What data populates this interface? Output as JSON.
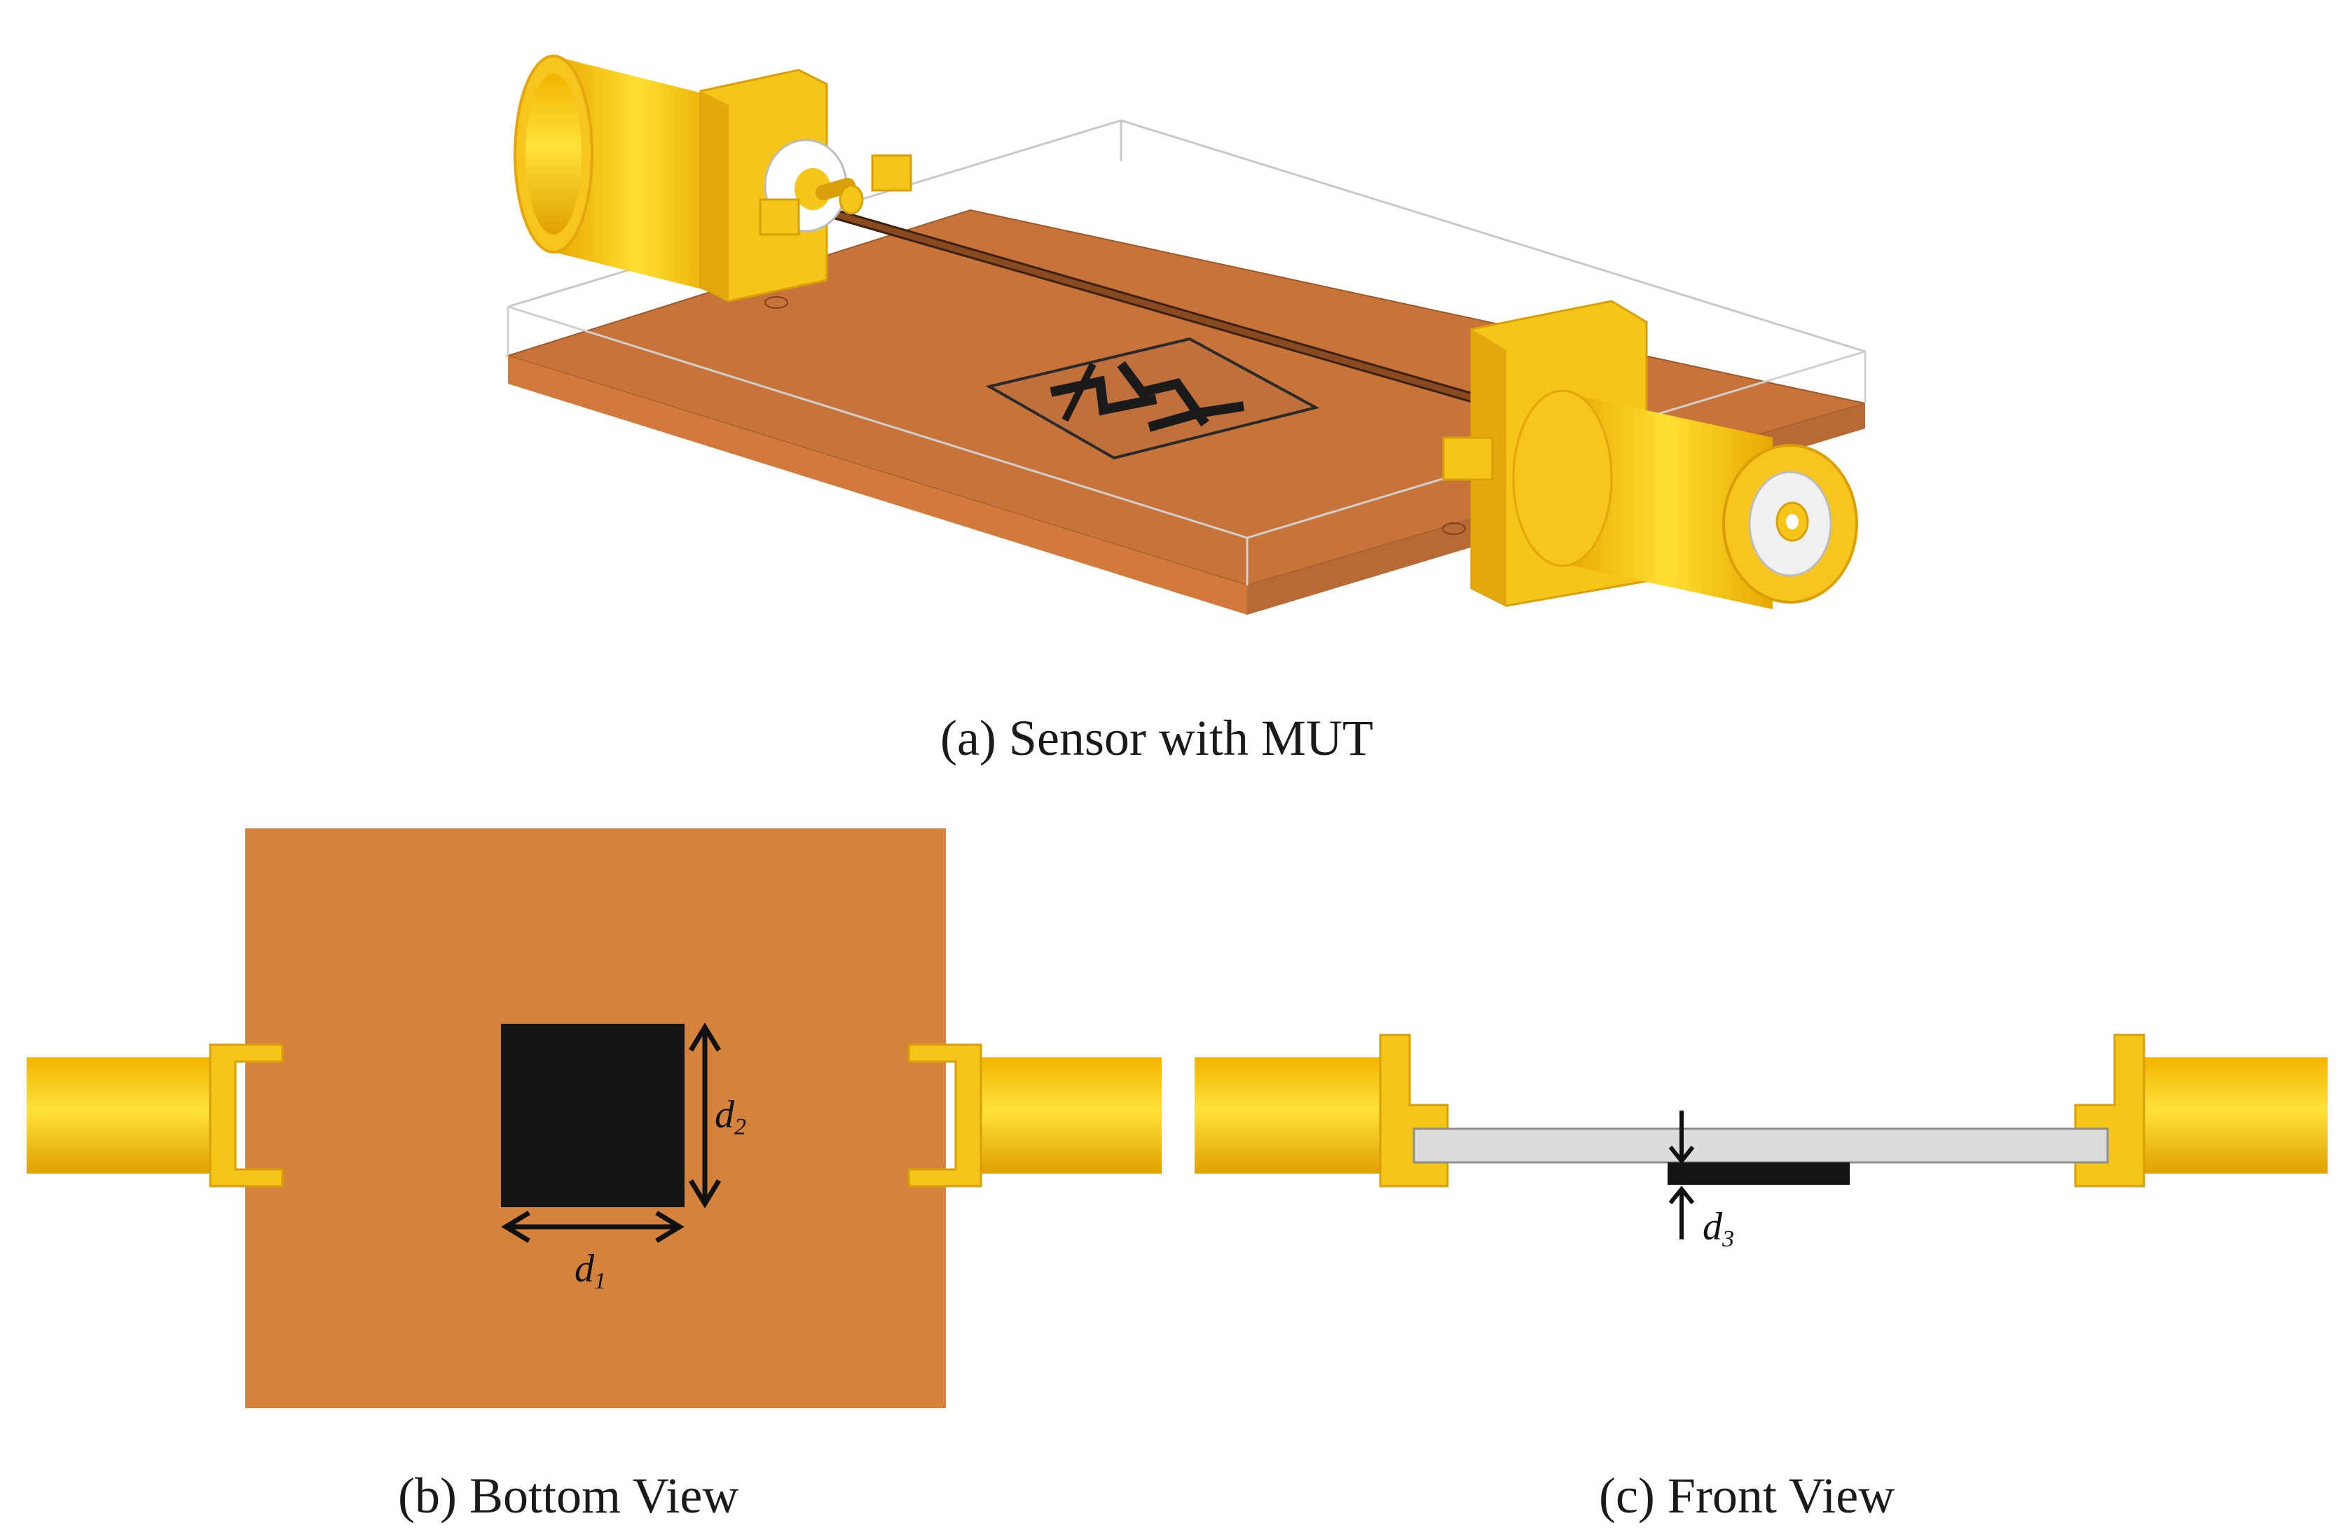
{
  "captions": {
    "a": "(a) Sensor  with MUT",
    "b": "(b) Bottom View",
    "c": "(c) Front View"
  },
  "dimensions": {
    "d1": {
      "base": "d",
      "sub": "1"
    },
    "d2": {
      "base": "d",
      "sub": "2"
    },
    "d3": {
      "base": "d",
      "sub": "3"
    }
  },
  "colors": {
    "substrate": "#c8733a",
    "substrate_side": "#b5652f",
    "bottom_ground": "#d5833c",
    "connector": "#f5c518",
    "connector_shade": "#e3a90f",
    "mut": "#141414",
    "front_substrate": "#dcdcdc"
  }
}
